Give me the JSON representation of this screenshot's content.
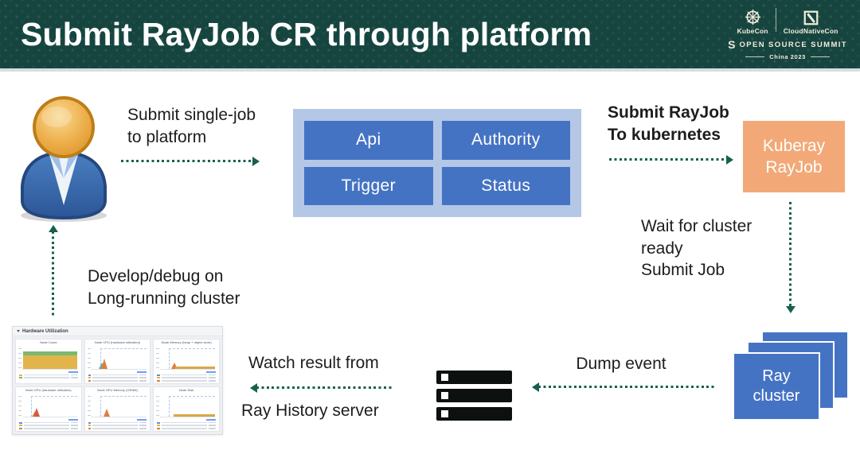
{
  "header": {
    "title": "Submit RayJob CR through platform",
    "logos": {
      "kubecon": "KubeCon",
      "cloudnativecon": "CloudNativeCon",
      "summit_s": "S",
      "summit": "OPEN SOURCE SUMMIT",
      "edition": "China 2023"
    }
  },
  "colors": {
    "header-bg": "#164540",
    "logo-cream": "#f2ecd9",
    "arrow": "#17604f",
    "box-blue": "#4573c4",
    "platform-bg": "#b4c7e7",
    "kuberay-orange": "#f2a977",
    "ink": "#1d1d1b"
  },
  "flow": {
    "submit_single_job": [
      "Submit single-job",
      "to platform"
    ],
    "platform_modules": [
      "Api",
      "Authority",
      "Trigger",
      "Status"
    ],
    "submit_rayjob": [
      "Submit RayJob",
      "To kubernetes"
    ],
    "kuberay_box": [
      "Kuberay",
      "RayJob"
    ],
    "wait_cluster": [
      "Wait for cluster",
      "ready",
      "Submit Job"
    ],
    "ray_cluster_box": [
      "Ray",
      "cluster"
    ],
    "dump_event": "Dump event",
    "watch_result": [
      "Watch result from",
      "Ray History server"
    ],
    "develop_debug": [
      "Develop/debug on",
      "Long-running cluster"
    ]
  },
  "dashboard": {
    "section_title": "Hardware Utilization",
    "panels": [
      {
        "title": "Node Count"
      },
      {
        "title": "Node CPU (hardware utilization)"
      },
      {
        "title": "Node Memory (heap + object store)"
      },
      {
        "title": "Node GPU (hardware utilization)"
      },
      {
        "title": "Node GPU Memory (GRAM)"
      },
      {
        "title": "Node Disk"
      }
    ]
  }
}
